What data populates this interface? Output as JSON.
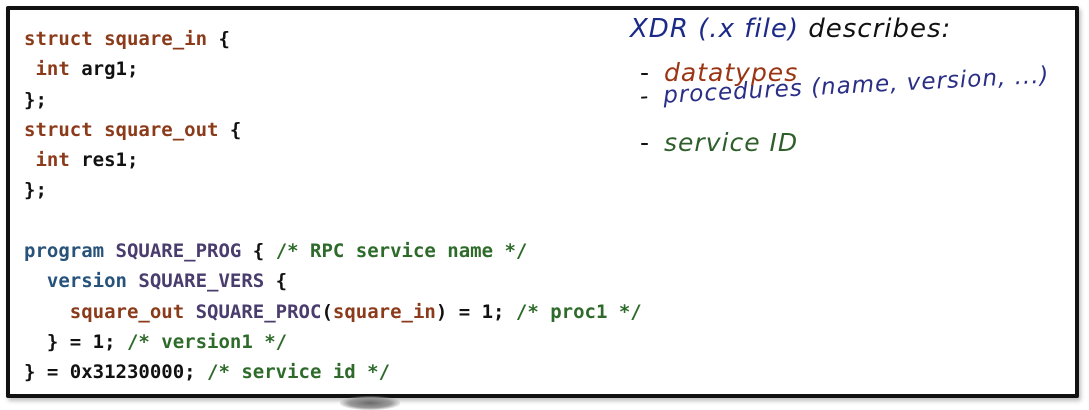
{
  "code_lines": [
    [
      {
        "c": "kw-struct",
        "t": "struct square_in "
      },
      {
        "c": "plain",
        "t": "{"
      }
    ],
    [
      {
        "c": "kw-int",
        "t": " int "
      },
      {
        "c": "plain",
        "t": "arg1;"
      }
    ],
    [
      {
        "c": "plain",
        "t": "};"
      }
    ],
    [
      {
        "c": "kw-struct",
        "t": "struct square_out "
      },
      {
        "c": "plain",
        "t": "{"
      }
    ],
    [
      {
        "c": "kw-int",
        "t": " int "
      },
      {
        "c": "plain",
        "t": "res1;"
      }
    ],
    [
      {
        "c": "plain",
        "t": "};"
      }
    ],
    [
      {
        "c": "plain",
        "t": ""
      }
    ],
    [
      {
        "c": "kw-prog",
        "t": "program "
      },
      {
        "c": "name-prog",
        "t": "SQUARE_PROG "
      },
      {
        "c": "plain",
        "t": "{ "
      },
      {
        "c": "comment",
        "t": "/* RPC service name */"
      }
    ],
    [
      {
        "c": "kw-prog",
        "t": "  version "
      },
      {
        "c": "name-vers",
        "t": "SQUARE_VERS "
      },
      {
        "c": "plain",
        "t": "{"
      }
    ],
    [
      {
        "c": "type-out",
        "t": "    square_out "
      },
      {
        "c": "name-vers",
        "t": "SQUARE_PROC"
      },
      {
        "c": "plain",
        "t": "("
      },
      {
        "c": "arg-in",
        "t": "square_in"
      },
      {
        "c": "plain",
        "t": ") = 1; "
      },
      {
        "c": "comment",
        "t": "/* proc1 */"
      }
    ],
    [
      {
        "c": "plain",
        "t": "  } = 1; "
      },
      {
        "c": "comment",
        "t": "/* version1 */"
      }
    ],
    [
      {
        "c": "plain",
        "t": "} = 0x31230000; "
      },
      {
        "c": "comment",
        "t": "/* service id */"
      }
    ]
  ],
  "notes": {
    "title_part1": "XDR (.x file)",
    "title_part2": " describes:",
    "dash": "-",
    "item1": "datatypes",
    "item2": "procedures (name, version, ...)",
    "item3": "service ID"
  }
}
